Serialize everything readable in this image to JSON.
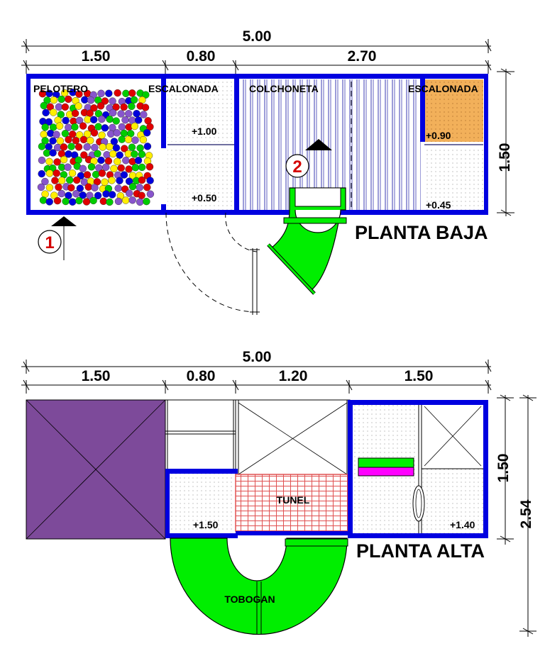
{
  "ground_floor": {
    "title": "PLANTA BAJA",
    "dim_total": "5.00",
    "dim_segments": [
      "1.50",
      "0.80",
      "2.70"
    ],
    "dim_height": "1.50",
    "rooms": {
      "ball_pit": "PELOTERO",
      "steps_left": "ESCALONADA",
      "mattress": "COLCHONETA",
      "steps_right": "ESCALONADA"
    },
    "levels": {
      "steps_left_upper": "+1.00",
      "steps_left_lower": "+0.50",
      "steps_right_upper": "+0.90",
      "steps_right_lower": "+0.45"
    },
    "markers": [
      "1",
      "2"
    ]
  },
  "upper_floor": {
    "title": "PLANTA ALTA",
    "dim_total": "5.00",
    "dim_segments": [
      "1.50",
      "0.80",
      "1.20",
      "1.50"
    ],
    "dim_height_inner": "1.50",
    "dim_height_outer": "2.54",
    "rooms": {
      "tunnel": "TUNEL",
      "slide": "TOBOGAN"
    },
    "levels": {
      "left_platform": "+1.50",
      "right_platform": "+1.40"
    }
  },
  "colors": {
    "wall_blue": "#0000e0",
    "slide_green": "#00ee00",
    "purple_block": "#7d4a9a",
    "orange_step": "#f2b05a",
    "tunnel_red": "#e05050",
    "marker_red": "#d40000",
    "magenta_bar": "#ff00ff",
    "ball_colors": [
      "#e00000",
      "#00cc00",
      "#0000dd",
      "#ffee00",
      "#8855cc"
    ]
  }
}
